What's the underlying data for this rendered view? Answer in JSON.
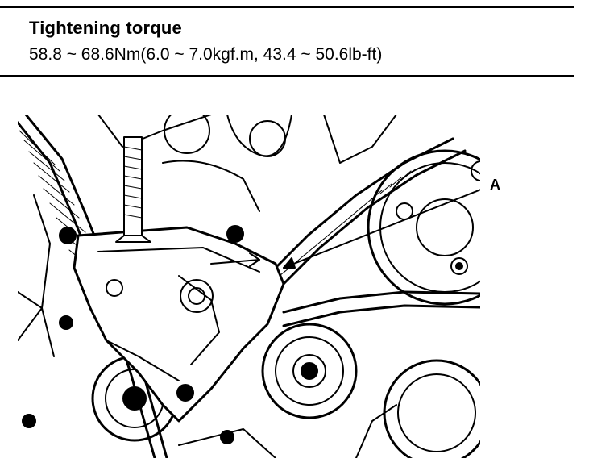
{
  "spec": {
    "title": "Tightening torque",
    "value": "58.8 ~ 68.6Nm(6.0 ~ 7.0kgf.m, 43.4 ~ 50.6lb-ft)"
  },
  "figure": {
    "callout_label": "A"
  }
}
